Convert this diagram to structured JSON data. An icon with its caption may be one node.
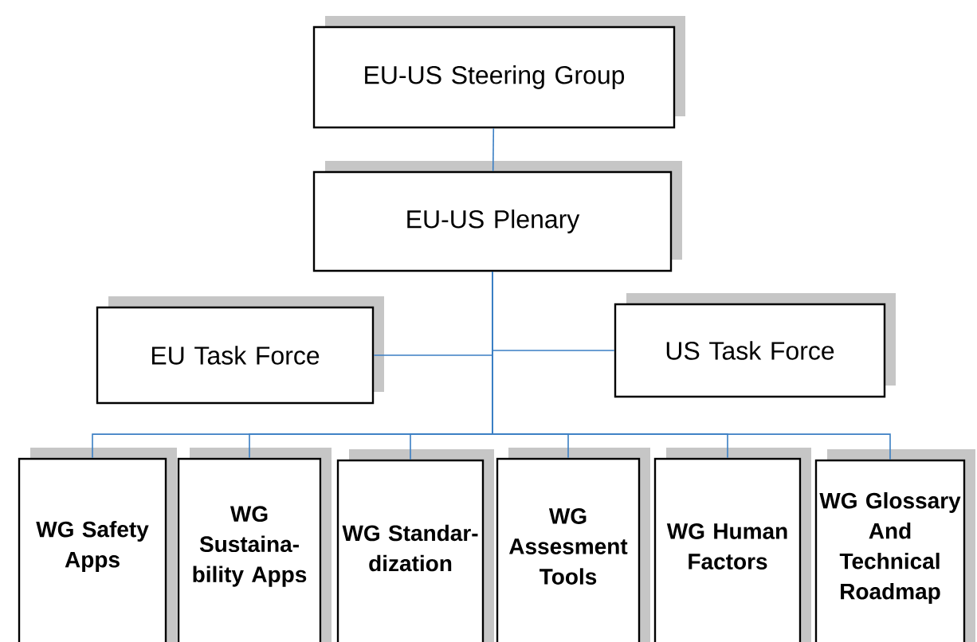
{
  "diagram": {
    "nodes": [
      {
        "text": [
          "EU-US Steering Group"
        ]
      },
      {
        "text": [
          "EU-US Plenary"
        ]
      },
      {
        "text": [
          "EU Task Force"
        ]
      },
      {
        "text": [
          "US Task Force"
        ]
      },
      {
        "text": [
          "WG Safety Apps"
        ]
      },
      {
        "text": [
          "WG Sustaina- bility Apps"
        ]
      },
      {
        "text": [
          "WG Standar- dization"
        ]
      },
      {
        "text": [
          "WG Assesment Tools"
        ]
      },
      {
        "text": [
          "WG Human Factors"
        ]
      },
      {
        "text": [
          "WG Glossary And Technical Roadmap"
        ]
      }
    ],
    "edges": [
      {
        "from": 0,
        "to": 1,
        "arrow": "none"
      },
      {
        "from": 1,
        "to": 2,
        "arrow": "none"
      },
      {
        "from": 1,
        "to": 3,
        "arrow": "none"
      },
      {
        "from": 1,
        "to": 4,
        "arrow": "none"
      },
      {
        "from": 1,
        "to": 5,
        "arrow": "none"
      },
      {
        "from": 1,
        "to": 6,
        "arrow": "none"
      },
      {
        "from": 1,
        "to": 7,
        "arrow": "none"
      },
      {
        "from": 1,
        "to": 8,
        "arrow": "none"
      },
      {
        "from": 1,
        "to": 9,
        "arrow": "none"
      }
    ]
  }
}
